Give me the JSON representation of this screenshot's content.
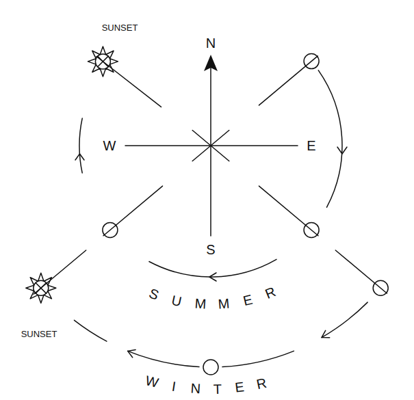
{
  "diagram": {
    "labels": [
      "SUNSET",
      "N",
      "W",
      "E",
      "S",
      "SUNSET",
      "SUMMER",
      "WINTER"
    ]
  }
}
